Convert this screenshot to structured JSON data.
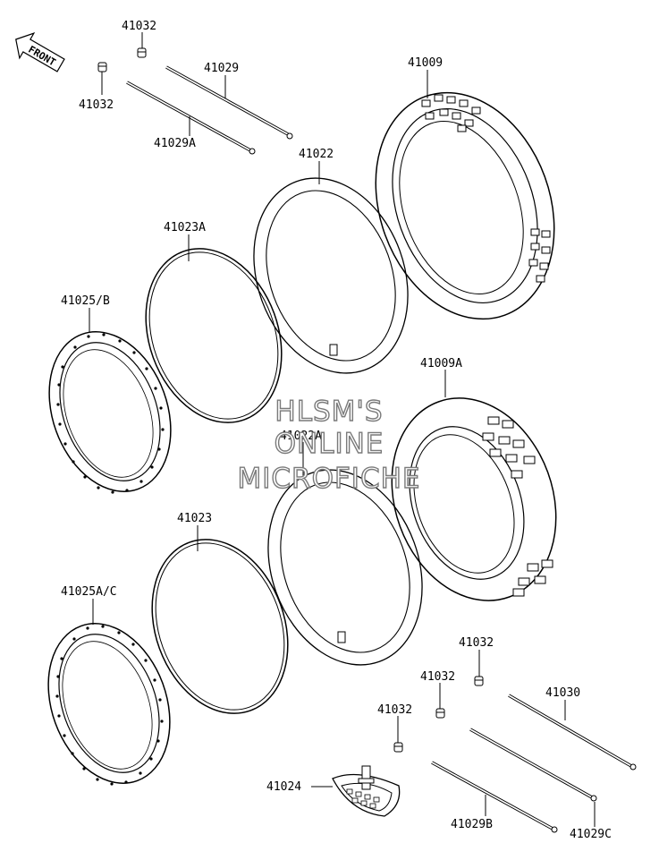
{
  "watermark": {
    "line1": "HLSM'S",
    "line2": "ONLINE",
    "line3": "MICROFICHE"
  },
  "front_arrow": {
    "label": "FRONT"
  },
  "parts": [
    {
      "id": "label-41032-a",
      "number": "41032"
    },
    {
      "id": "label-41032-b",
      "number": "41032"
    },
    {
      "id": "label-41029",
      "number": "41029"
    },
    {
      "id": "label-41029A",
      "number": "41029A"
    },
    {
      "id": "label-41009",
      "number": "41009"
    },
    {
      "id": "label-41022",
      "number": "41022"
    },
    {
      "id": "label-41023A",
      "number": "41023A"
    },
    {
      "id": "label-41025B",
      "number": "41025/B"
    },
    {
      "id": "label-41009A",
      "number": "41009A"
    },
    {
      "id": "label-41022A",
      "number": "41022A"
    },
    {
      "id": "label-41023",
      "number": "41023"
    },
    {
      "id": "label-41025AC",
      "number": "41025A/C"
    },
    {
      "id": "label-41032-c",
      "number": "41032"
    },
    {
      "id": "label-41032-d",
      "number": "41032"
    },
    {
      "id": "label-41032-e",
      "number": "41032"
    },
    {
      "id": "label-41030",
      "number": "41030"
    },
    {
      "id": "label-41024",
      "number": "41024"
    },
    {
      "id": "label-41029B",
      "number": "41029B"
    },
    {
      "id": "label-41029C",
      "number": "41029C"
    }
  ]
}
